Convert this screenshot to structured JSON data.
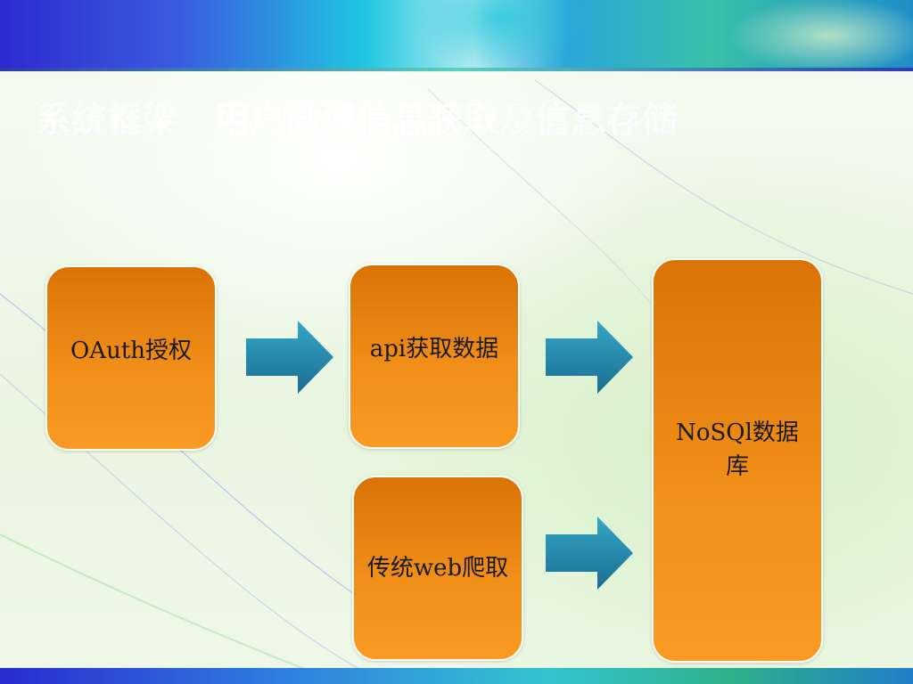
{
  "slide": {
    "title": "系统框架：用户微博信息获取及信息存储"
  },
  "diagram": {
    "nodes": [
      {
        "id": "oauth",
        "label": "OAuth授权"
      },
      {
        "id": "api",
        "label": "api获取数据"
      },
      {
        "id": "web",
        "label": "传统web爬取"
      },
      {
        "id": "nosql",
        "label": "NoSQl数据库"
      }
    ],
    "edges": [
      {
        "from": "oauth",
        "to": "api"
      },
      {
        "from": "api",
        "to": "nosql"
      },
      {
        "from": "web",
        "to": "nosql"
      }
    ]
  },
  "colors": {
    "box_top": "#d97306",
    "box_bottom": "#f99a22",
    "arrow_top": "#2f9fbf",
    "arrow_bottom": "#1b6f93"
  }
}
